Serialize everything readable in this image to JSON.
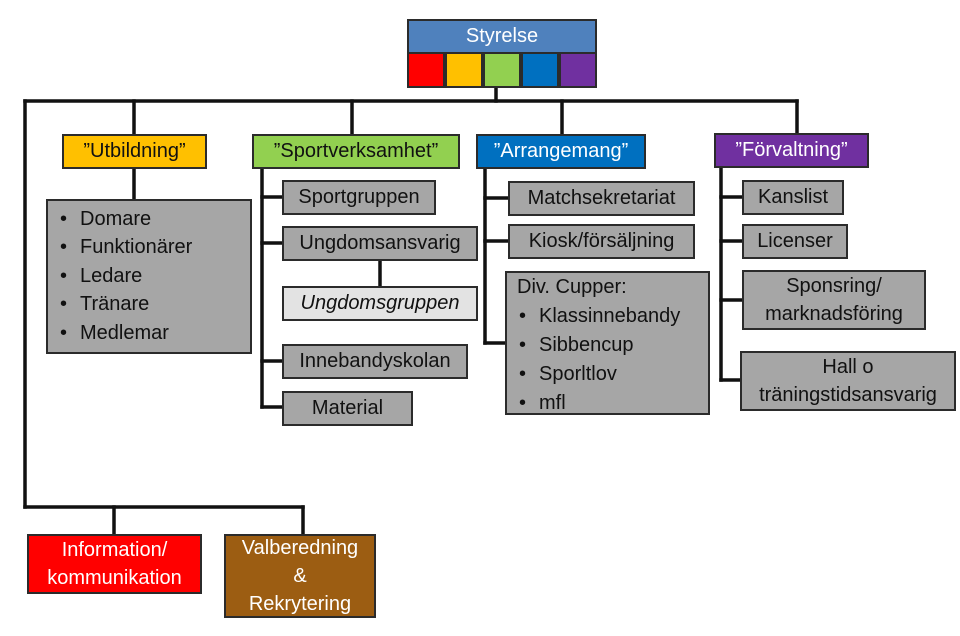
{
  "colors": {
    "board": "#4f81bd",
    "utbildning": "#ffc000",
    "sportverksamhet": "#92d050",
    "arrangemang": "#0070c0",
    "forvaltning": "#7030a0",
    "information": "#ff0000",
    "valberedning": "#9c5d12",
    "red": "#ff0000",
    "orange": "#ffc000",
    "green": "#92d050",
    "blue": "#0070c0",
    "purple": "#7030a0"
  },
  "board": {
    "title": "Styrelse"
  },
  "utbildning": {
    "title": "”Utbildning”",
    "items": [
      "Domare",
      "Funktionärer",
      "Ledare",
      "Tränare",
      "Medlemar"
    ]
  },
  "sportverksamhet": {
    "title": "”Sportverksamhet”",
    "sportgruppen": "Sportgruppen",
    "ungdomsansvarig": "Ungdomsansvarig",
    "ungdomsgruppen": "Ungdomsgruppen",
    "innebandyskolan": "Innebandyskolan",
    "material": "Material"
  },
  "arrangemang": {
    "title": "”Arrangemang”",
    "matchsekretariat": "Matchsekretariat",
    "kiosk": "Kiosk/försäljning",
    "cupper_title": "Div. Cupper:",
    "cupper_items": [
      "Klassinnebandy",
      "Sibbencup",
      "Sporltlov",
      "mfl"
    ]
  },
  "forvaltning": {
    "title": "”Förvaltning”",
    "kanslist": "Kanslist",
    "licenser": "Licenser",
    "sponsring_line1": "Sponsring/",
    "sponsring_line2": "marknadsföring",
    "hall_line1": "Hall o",
    "hall_line2": "träningstidsansvarig"
  },
  "information": {
    "line1": "Information/",
    "line2": "kommunikation"
  },
  "valberedning": {
    "line1": "Valberedning",
    "line2": "&",
    "line3": "Rekrytering"
  }
}
